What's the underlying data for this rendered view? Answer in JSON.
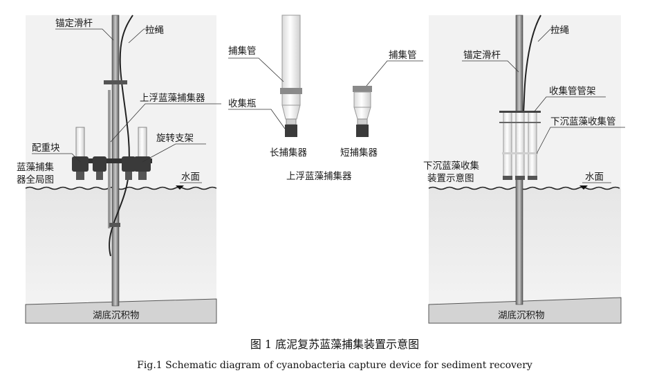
{
  "left_panel": {
    "labels": {
      "anchor_rod": "锚定滑杆",
      "rope": "拉绳",
      "floating_collector": "上浮蓝藻捕集器",
      "rotating_bracket": "旋转支架",
      "counterweight": "配重块",
      "overview_line1": "蓝藻捕集",
      "overview_line2": "器全局图",
      "water_surface": "水面",
      "sediment": "湖底沉积物"
    }
  },
  "middle_panel": {
    "labels": {
      "capture_tube_long": "捕集管",
      "collection_bottle": "收集瓶",
      "capture_tube_short": "捕集管",
      "long_collector": "长捕集器",
      "short_collector": "短捕集器",
      "group_title": "上浮蓝藻捕集器"
    }
  },
  "right_panel": {
    "labels": {
      "rope": "拉绳",
      "anchor_rod": "锚定滑杆",
      "tube_rack": "收集管管架",
      "sinking_tube": "下沉蓝藻收集管",
      "device_line1": "下沉蓝藻收集",
      "device_line2": "装置示意图",
      "water_surface": "水面",
      "sediment": "湖底沉积物"
    }
  },
  "caption": {
    "cn": "图 1 底泥复苏蓝藻捕集装置示意图",
    "en": "Fig.1 Schematic diagram of cyanobacteria capture device for sediment recovery"
  }
}
